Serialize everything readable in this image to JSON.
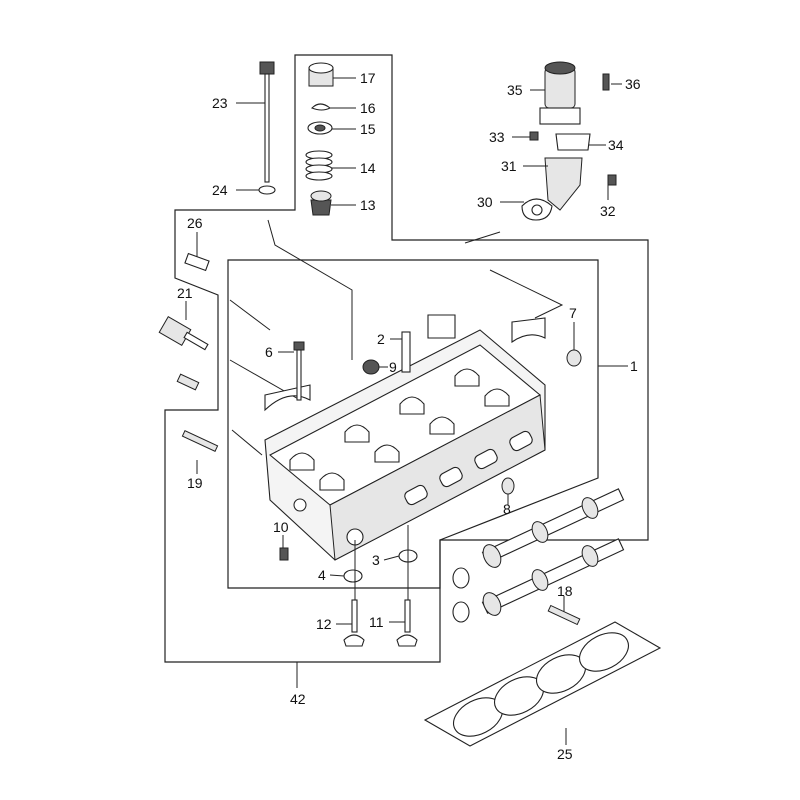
{
  "callouts": {
    "c1": "1",
    "c2": "2",
    "c3": "3",
    "c4": "4",
    "c6": "6",
    "c7": "7",
    "c8": "8",
    "c9": "9",
    "c10": "10",
    "c11": "11",
    "c12": "12",
    "c13": "13",
    "c14": "14",
    "c15": "15",
    "c16": "16",
    "c17": "17",
    "c18": "18",
    "c19": "19",
    "c21": "21",
    "c23": "23",
    "c24": "24",
    "c25": "25",
    "c26": "26",
    "c30": "30",
    "c31": "31",
    "c32": "32",
    "c33": "33",
    "c34": "34",
    "c35": "35",
    "c36": "36",
    "c42": "42"
  }
}
